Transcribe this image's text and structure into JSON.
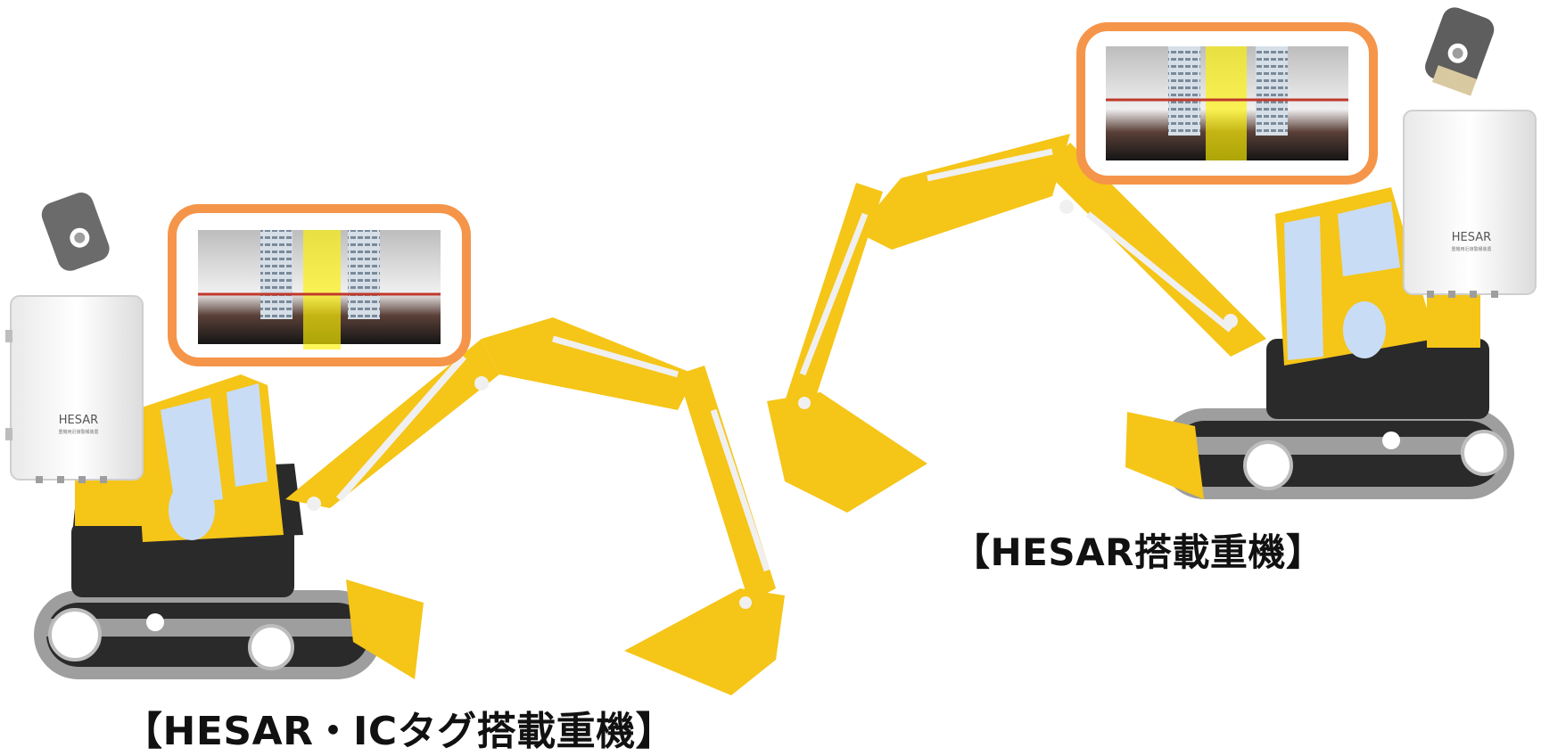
{
  "labels": {
    "left_machine": "【HESAR・ICタグ搭載重機】",
    "right_machine": "【HESAR搭載重機】"
  },
  "device_brand": "HESAR",
  "device_subtext": "重機用近接警報装置",
  "colors": {
    "excavator_yellow": "#f5c518",
    "excavator_shadow": "#d9a400",
    "excavator_dark": "#2a2a2a",
    "track_gray": "#9e9e9e",
    "highlight_frame": "#f5954a",
    "window_blue": "#c9dcf5",
    "tag_highlight": "#fff200"
  },
  "icons": {
    "ic_tag": "ic-tag-icon",
    "hesar_unit": "hesar-device-icon"
  }
}
